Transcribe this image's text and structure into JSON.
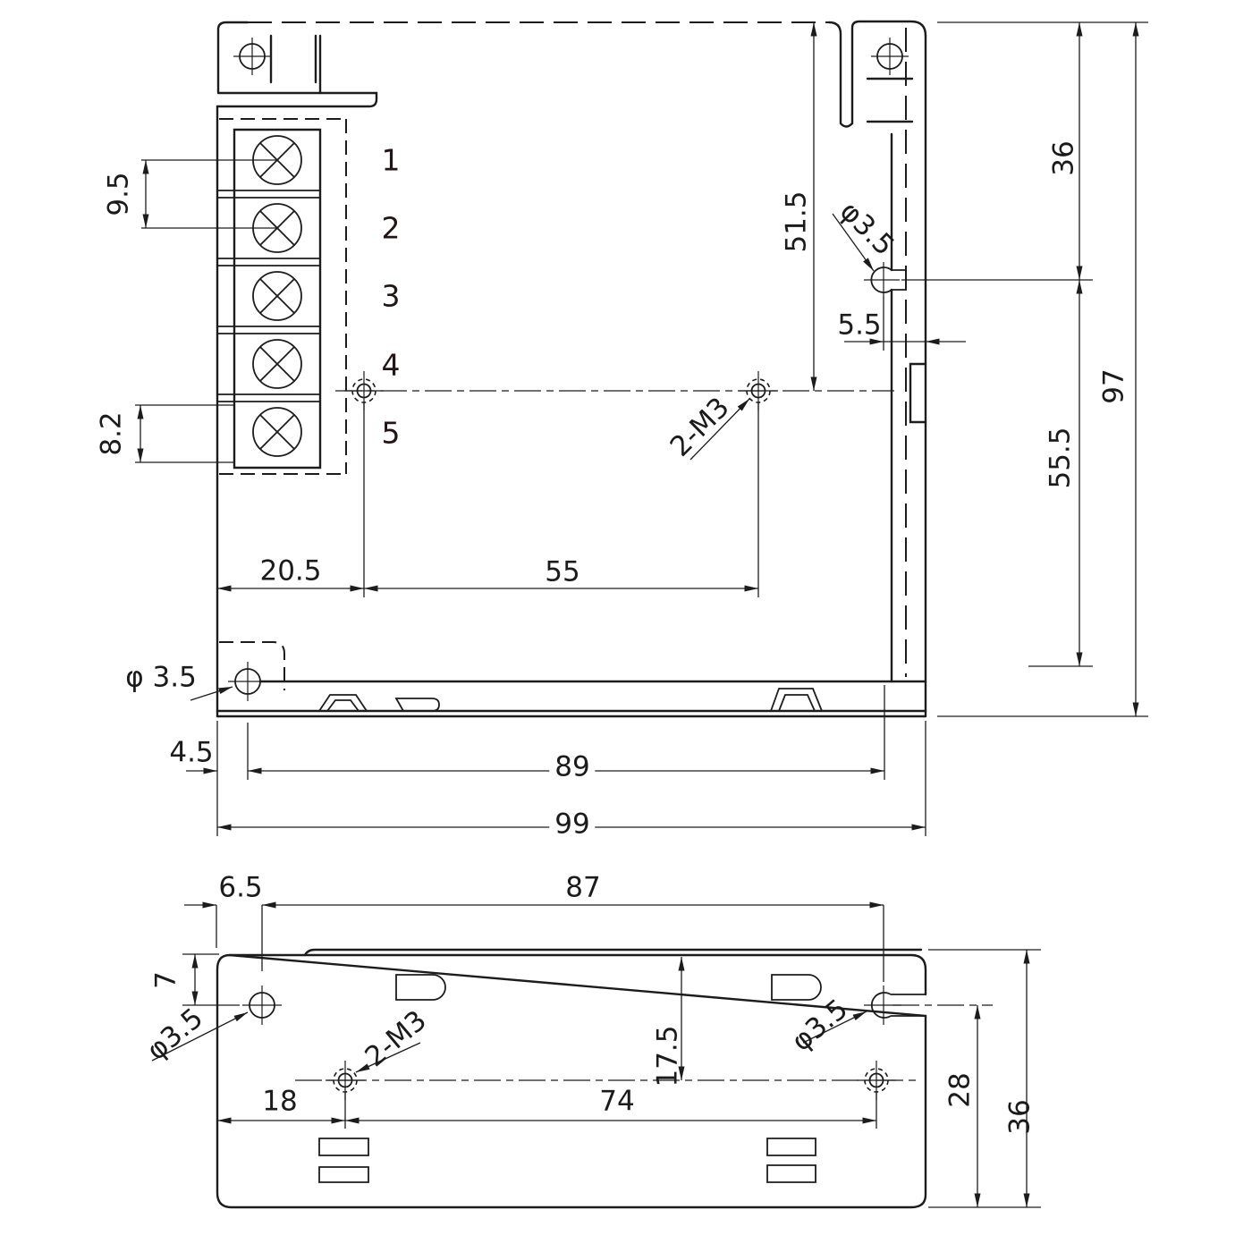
{
  "drawing": {
    "type": "mechanical-dimension-drawing",
    "units": "mm",
    "top_view": {
      "terminals": [
        "1",
        "2",
        "3",
        "4",
        "5"
      ],
      "dims": {
        "pitch": "9.5",
        "cell": "8.2",
        "v515": "51.5",
        "phi_right": "φ3.5",
        "d55s": "5.5",
        "v36": "36",
        "v97": "97",
        "v555": "55.5",
        "m3": "2-M3",
        "d205": "20.5",
        "d55": "55",
        "phi_left": "φ 3.5",
        "d45": "4.5",
        "d89": "89",
        "d99": "99"
      }
    },
    "bottom_view": {
      "dims": {
        "d65": "6.5",
        "d87": "87",
        "v7": "7",
        "phi_left": "φ3.5",
        "m3": "2-M3",
        "v175": "17.5",
        "phi_right": "φ3.5",
        "d18": "18",
        "d74": "74",
        "v28": "28",
        "v36": "36"
      }
    }
  }
}
